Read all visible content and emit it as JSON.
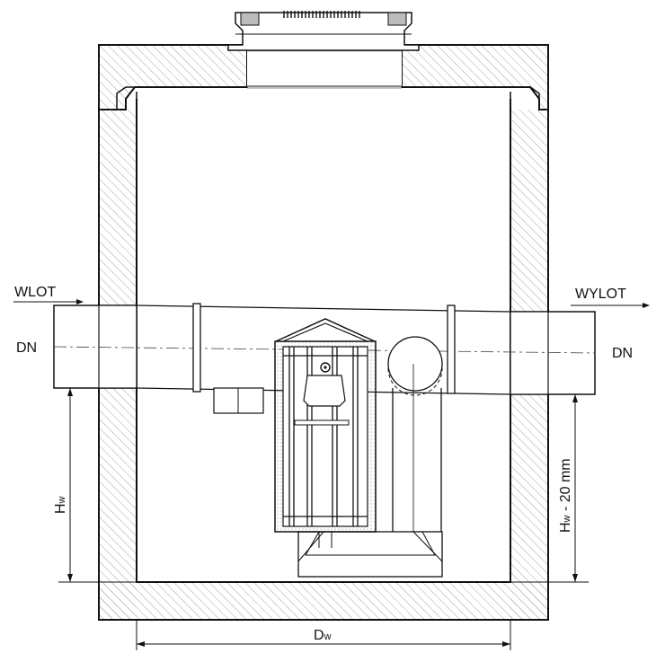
{
  "labels": {
    "inlet": "WLOT",
    "outlet": "WYLOT",
    "dn_left": "DN",
    "dn_right": "DN",
    "hw_main": "H",
    "hw_sub": "w",
    "hw20_main": "H",
    "hw20_sub": "w",
    "hw20_suffix": " - 20 mm",
    "dw_main": "D",
    "dw_sub": "w"
  },
  "colors": {
    "line": "#111111",
    "hatch": "#9a9a9a",
    "basket_fill": "#f2f2f2",
    "cover_grey": "#7a7a7a"
  }
}
